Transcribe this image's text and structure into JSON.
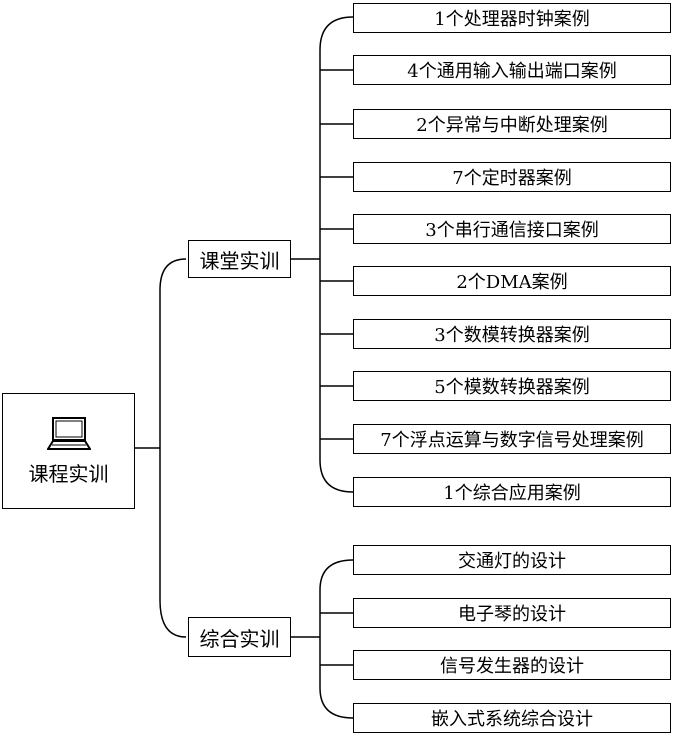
{
  "root": {
    "label": "课程实训",
    "icon": "computer-icon"
  },
  "branches": [
    {
      "label": "课堂实训",
      "items": [
        "1个处理器时钟案例",
        "4个通用输入输出端口案例",
        "2个异常与中断处理案例",
        "7个定时器案例",
        "3个串行通信接口案例",
        "2个DMA案例",
        "3个数模转换器案例",
        "5个模数转换器案例",
        "7个浮点运算与数字信号处理案例",
        "1个综合应用案例"
      ]
    },
    {
      "label": "综合实训",
      "items": [
        "交通灯的设计",
        "电子琴的设计",
        "信号发生器的设计",
        "嵌入式系统综合设计"
      ]
    }
  ]
}
